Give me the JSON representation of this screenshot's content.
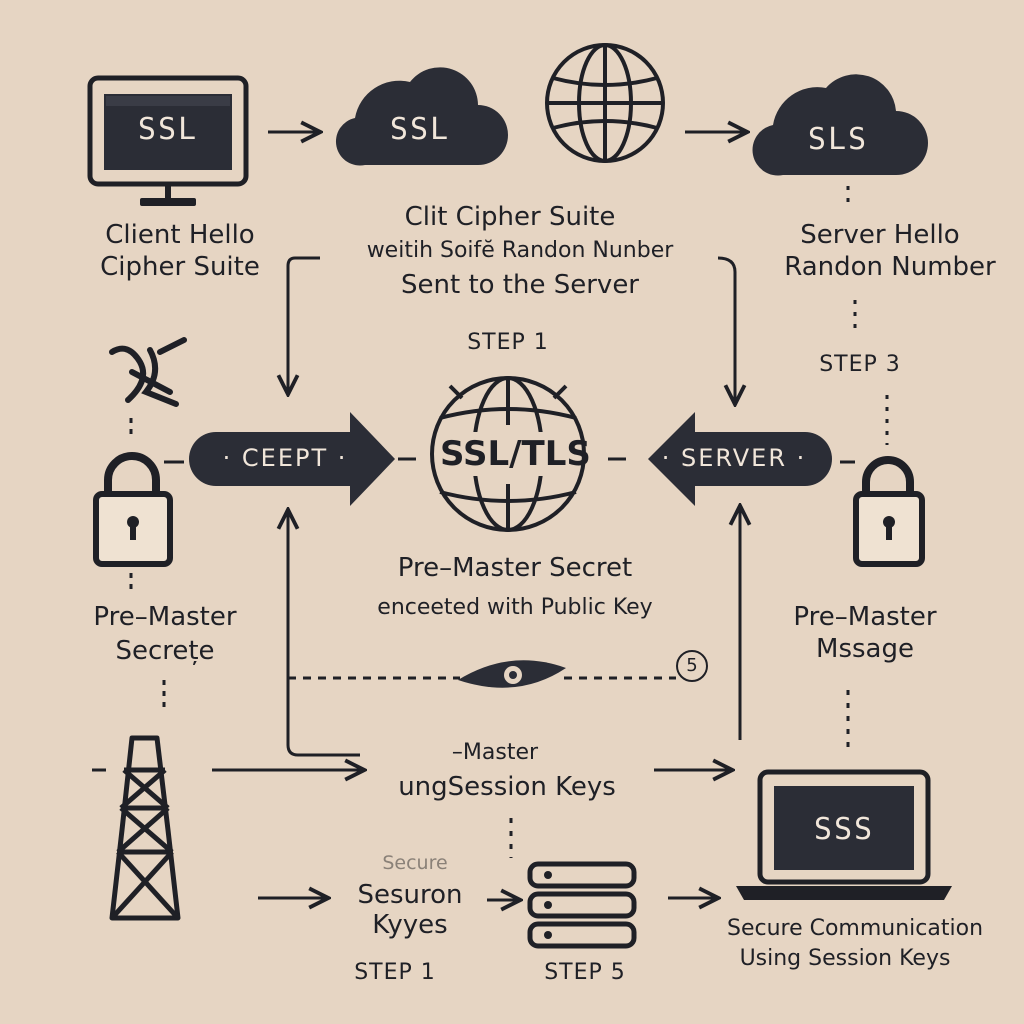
{
  "nodes": {
    "client_monitor": "SSL",
    "client_cloud": "SSL",
    "server_cloud": "SLS",
    "center_hub": "SSL/TLS",
    "client_pill": "CEEPT",
    "server_pill": "SERVER",
    "laptop": "SSS"
  },
  "labels": {
    "client_hello": [
      "Client Hello",
      "Cipher Suite"
    ],
    "cipher_block": [
      "Clit Cipher Suite",
      "weitih Soifĕ Randon Nunber",
      "Sent to the Server"
    ],
    "server_hello": [
      "Server Hello",
      "Randon Number"
    ],
    "step_top": "STEP 1",
    "step_right": "STEP 3",
    "pre_master_center": [
      "Pre–Master Secret",
      "enceeted with  Public Key"
    ],
    "pre_master_left": [
      "Pre–Master",
      "Secrețe"
    ],
    "pre_master_right": [
      "Pre–Master",
      "Mssage"
    ],
    "badge": "5",
    "master_keys": [
      "–Master",
      "ungSession Keys"
    ],
    "session_keys": [
      "Secure",
      "Sesuron",
      "Kyyes"
    ],
    "step_bottom_left": "STEP 1",
    "step_bottom_mid": "STEP 5",
    "secure_comm": [
      "Secure Communication",
      "Using Session Keys"
    ]
  }
}
